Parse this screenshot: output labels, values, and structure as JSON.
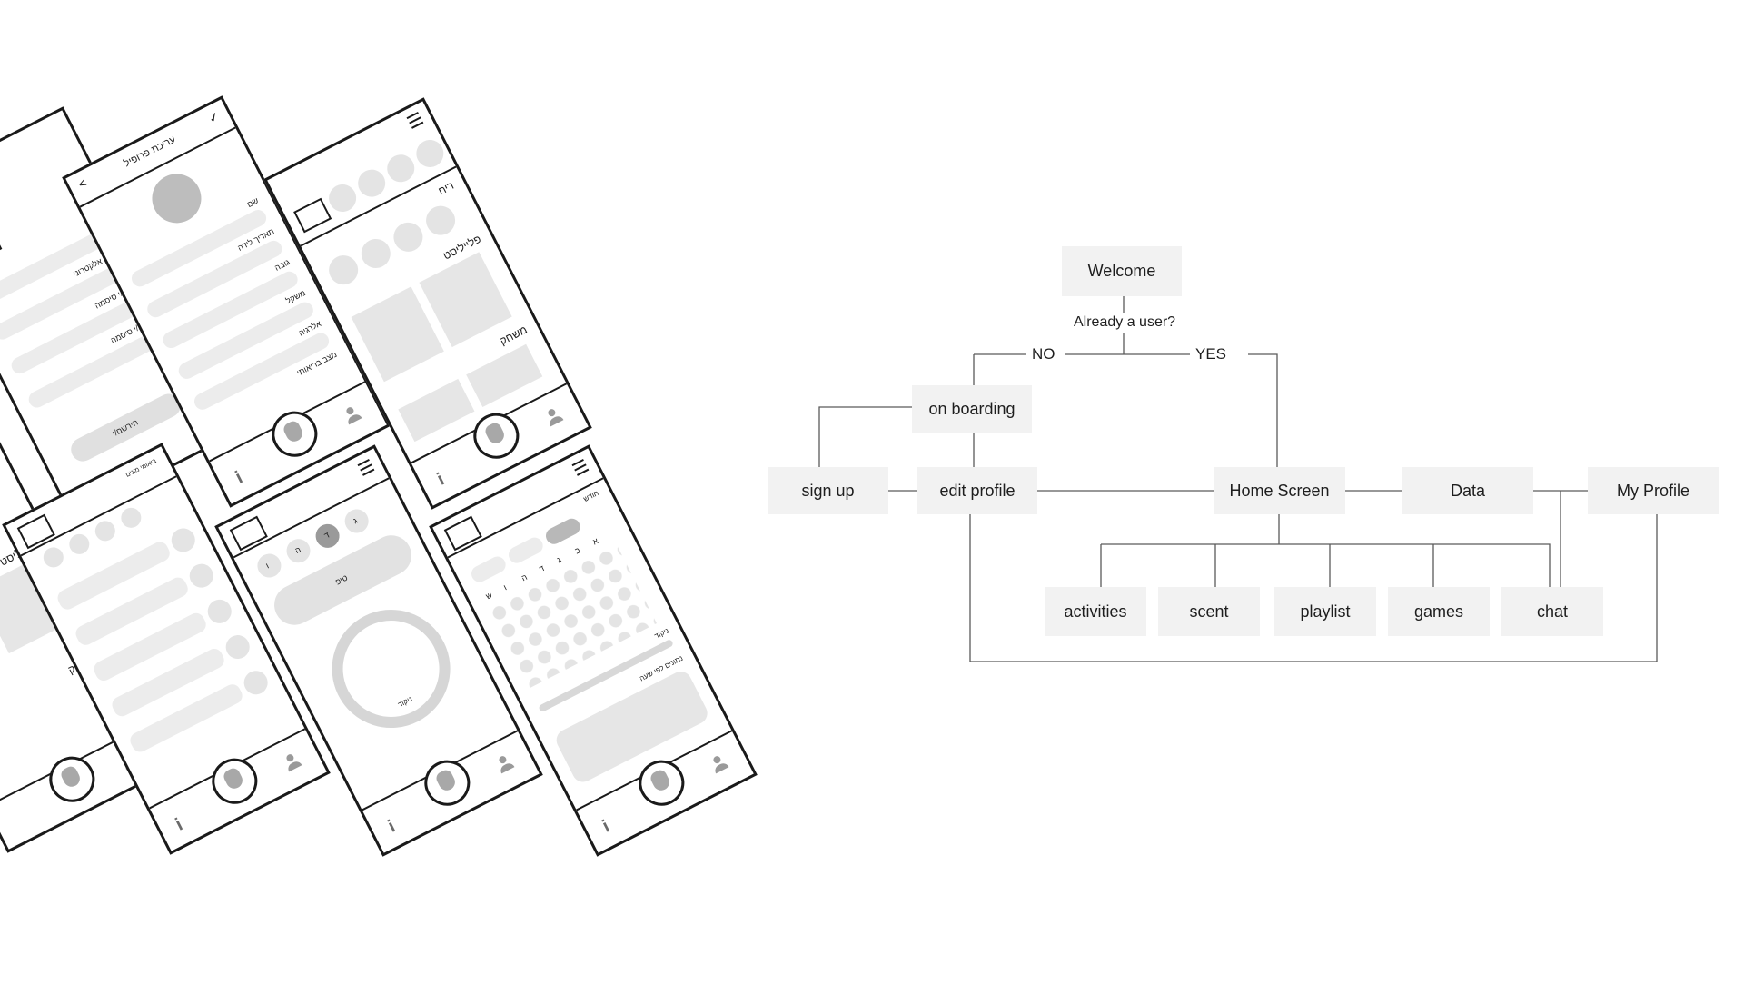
{
  "flowchart": {
    "welcome": "Welcome",
    "question": "Already a user?",
    "no": "NO",
    "yes": "YES",
    "onboarding": "on boarding",
    "signup": "sign up",
    "edit_profile": "edit profile",
    "home": "Home Screen",
    "data": "Data",
    "my_profile": "My Profile",
    "activities": "activities",
    "scent": "scent",
    "playlist": "playlist",
    "games": "games",
    "chat": "chat"
  },
  "wireframes": {
    "signup_screen": {
      "labels": [
        "שם",
        "דואר אלקטרוני",
        "בחר/י סיסמה",
        "אמת/י סיסמה"
      ],
      "button": "הירשם/י"
    },
    "edit_profile_screen": {
      "title": "עריכת פרופיל",
      "labels": [
        "שם",
        "תאריך לידה",
        "גובה",
        "משקל",
        "אלרגיה",
        "מצב בריאותי"
      ]
    },
    "home_screen": {
      "sections": [
        "ריח",
        "פלייליסט",
        "משחק"
      ]
    },
    "activities_screen": {
      "header": "ביאומי מונים"
    },
    "timer_screen": {
      "days": [
        "ו",
        "ה",
        "ד",
        "ג"
      ],
      "button": "טיפ",
      "ring_label": "ניקוד"
    },
    "calendar_screen": {
      "header": "חודש",
      "weekdays": [
        "א",
        "ב",
        "ג",
        "ד",
        "ה",
        "ו",
        "ש"
      ],
      "score_label": "ניקוד",
      "hours_label": "נתונים לפי שעה"
    },
    "game_screen": {
      "sections": [
        "פלייליסט",
        "משחק"
      ]
    },
    "icons": {
      "info": "i",
      "check": "✓",
      "back": "<"
    }
  }
}
